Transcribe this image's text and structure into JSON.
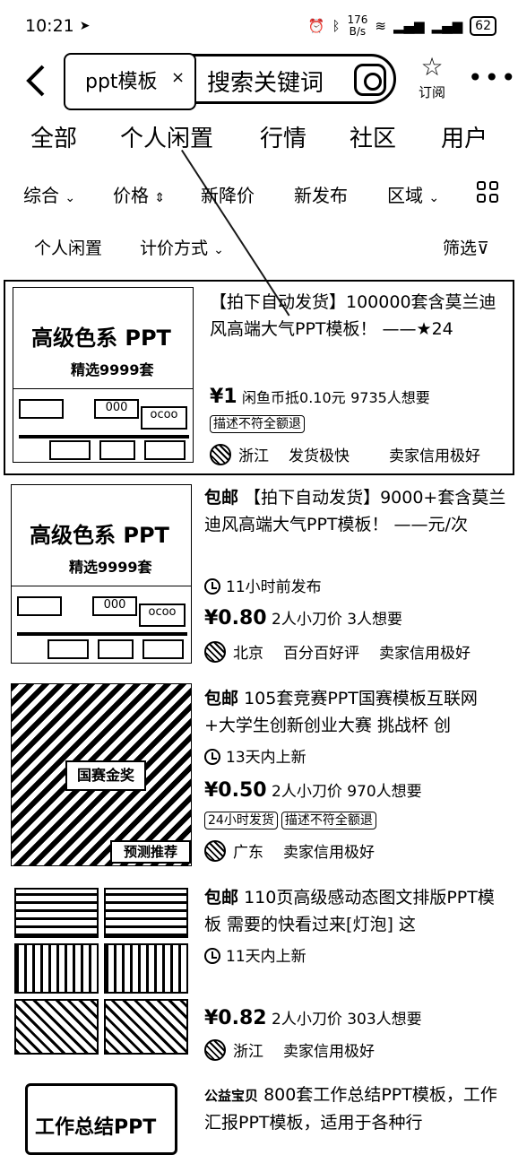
{
  "status": {
    "time": "10:21",
    "time_icon": "location-arrow-icon",
    "speed_top": "176",
    "speed_bottom": "B/s",
    "battery": "62",
    "icons": [
      "alarm-icon",
      "bluetooth-icon",
      "wifi-icon",
      "signal-icon",
      "signal-icon"
    ]
  },
  "search": {
    "chip": "ppt模板",
    "chip_close": "×",
    "placeholder": "搜索关键词",
    "subscribe": "订阅",
    "back": "‹",
    "more": "•••"
  },
  "tabs": [
    "全部",
    "个人闲置",
    "行情",
    "社区",
    "用户"
  ],
  "filters": {
    "sort": "综合",
    "price": "价格",
    "price_drop": "新降价",
    "new": "新发布",
    "region": "区域",
    "arrow": "⌄",
    "updown": "⇕"
  },
  "filters2": {
    "personal": "个人闲置",
    "pricing": "计价方式",
    "screen": "筛选"
  },
  "thumb1": {
    "big": "高级色系 PPT",
    "small": "精选9999套"
  },
  "thumb3": {
    "stamp": "国赛金奖",
    "caption": "预测推荐"
  },
  "thumb5": {
    "big": "工作总结PPT"
  },
  "items": [
    {
      "title": "【拍下自动发货】100000套含莫兰迪风高端大气PPT模板！ ——★24",
      "price": "¥1",
      "price_extra": "闲鱼币抵0.10元",
      "wants": "9735人想要",
      "badge": "描述不符全额退",
      "region": "浙江",
      "tag1": "发货极快",
      "tag2": "卖家信用极好"
    },
    {
      "prefix": "包邮",
      "title": "【拍下自动发货】9000+套含莫兰迪风高端大气PPT模板！ ——元/次",
      "time": "11小时前发布",
      "price": "¥0.80",
      "price_extra": "2人小刀价",
      "wants": "3人想要",
      "region": "北京",
      "tag1": "百分百好评",
      "tag2": "卖家信用极好"
    },
    {
      "prefix": "包邮",
      "title": "105套竞赛PPT国赛模板互联网+大学生创新创业大赛 挑战杯 创",
      "time": "13天内上新",
      "price": "¥0.50",
      "price_extra": "2人小刀价",
      "wants": "970人想要",
      "badge1": "24小时发货",
      "badge2": "描述不符全额退",
      "region": "广东",
      "tag2": "卖家信用极好"
    },
    {
      "prefix": "包邮",
      "title": "110页高级感动态图文排版PPT模板 需要的快看过来[灯泡] 这",
      "time": "11天内上新",
      "price": "¥0.82",
      "price_extra": "2人小刀价",
      "wants": "303人想要",
      "region": "浙江",
      "tag2": "卖家信用极好"
    },
    {
      "prefix": "公益宝贝",
      "title": "800套工作总结PPT模板，工作汇报PPT模板，适用于各种行"
    }
  ]
}
